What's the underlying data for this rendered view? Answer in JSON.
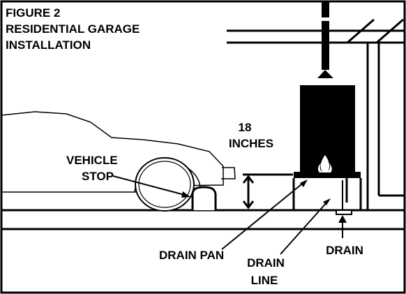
{
  "figure": {
    "title_line1": "FIGURE  2",
    "title_line2": "RESIDENTIAL GARAGE",
    "title_line3": "INSTALLATION"
  },
  "labels": {
    "clearance_value": "18",
    "clearance_unit": "INCHES",
    "vehicle_stop_line1": "VEHICLE",
    "vehicle_stop_line2": "STOP",
    "drain_pan": "DRAIN PAN",
    "drain_line_line1": "DRAIN",
    "drain_line_line2": "LINE",
    "drain": "DRAIN"
  },
  "colors": {
    "ink": "#000000",
    "paper": "#ffffff"
  }
}
